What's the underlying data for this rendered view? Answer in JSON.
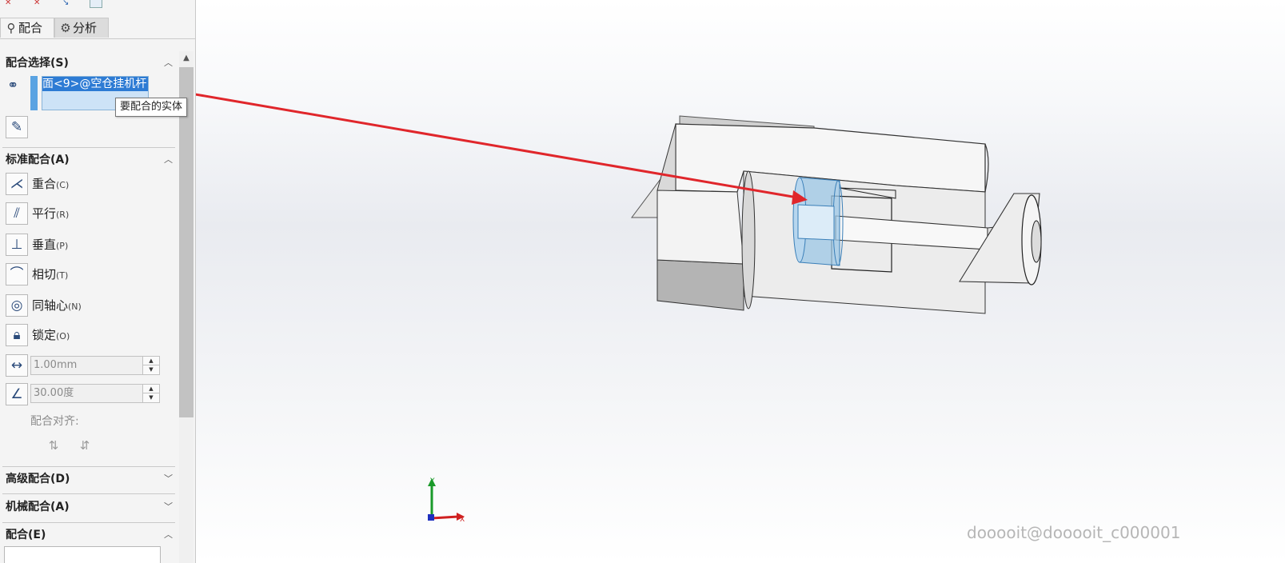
{
  "tabs": [
    {
      "label": "配合",
      "icon": "paperclip-icon"
    },
    {
      "label": "分析",
      "icon": "analysis-gear-icon"
    }
  ],
  "sections": {
    "mate_selections": {
      "title": "配合选择(S)",
      "selected_entity": "面<9>@空仓挂机杆",
      "tooltip": "要配合的实体"
    },
    "standard_mates": {
      "title": "标准配合(A)",
      "items": [
        {
          "label": "重合",
          "key": "(C)",
          "icon": "coincident-icon"
        },
        {
          "label": "平行",
          "key": "(R)",
          "icon": "parallel-icon"
        },
        {
          "label": "垂直",
          "key": "(P)",
          "icon": "perpendicular-icon"
        },
        {
          "label": "相切",
          "key": "(T)",
          "icon": "tangent-icon"
        },
        {
          "label": "同轴心",
          "key": "(N)",
          "icon": "concentric-icon"
        },
        {
          "label": "锁定",
          "key": "(O)",
          "icon": "lock-icon"
        }
      ],
      "distance_value": "1.00mm",
      "angle_value": "30.00度",
      "alignment_label": "配合对齐:"
    },
    "advanced_mates": {
      "title": "高级配合(D)"
    },
    "mechanical_mates": {
      "title": "机械配合(A)"
    },
    "mates": {
      "title": "配合(E)"
    }
  },
  "triad": {
    "y_label": "Y",
    "x_label": "X"
  },
  "watermark": "dooooit@dooooit_c000001",
  "colors": {
    "selection": "#2d7bd4",
    "selection_bg": "#cde3f7",
    "arrow": "#e0262b",
    "highlight_face": "#9cc7e6"
  }
}
